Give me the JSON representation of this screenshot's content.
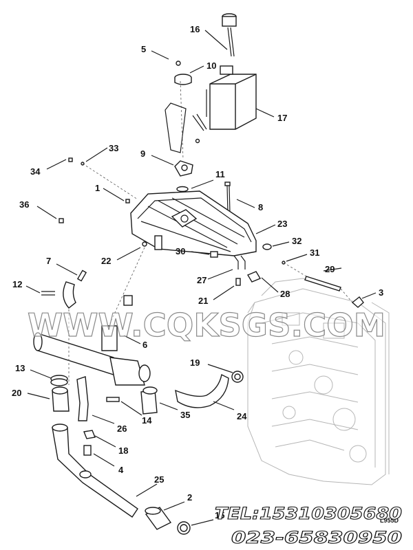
{
  "callouts": [
    {
      "id": "c1",
      "label": "1"
    },
    {
      "id": "c2",
      "label": "2"
    },
    {
      "id": "c3",
      "label": "3"
    },
    {
      "id": "c4",
      "label": "4"
    },
    {
      "id": "c5",
      "label": "5"
    },
    {
      "id": "c6",
      "label": "6"
    },
    {
      "id": "c7",
      "label": "7"
    },
    {
      "id": "c8",
      "label": "8"
    },
    {
      "id": "c9",
      "label": "9"
    },
    {
      "id": "c10",
      "label": "10"
    },
    {
      "id": "c11",
      "label": "11"
    },
    {
      "id": "c12",
      "label": "12"
    },
    {
      "id": "c13",
      "label": "13"
    },
    {
      "id": "c14",
      "label": "14"
    },
    {
      "id": "c15",
      "label": "15"
    },
    {
      "id": "c16",
      "label": "16"
    },
    {
      "id": "c17",
      "label": "17"
    },
    {
      "id": "c18",
      "label": "18"
    },
    {
      "id": "c19",
      "label": "19"
    },
    {
      "id": "c20",
      "label": "20"
    },
    {
      "id": "c21",
      "label": "21"
    },
    {
      "id": "c22",
      "label": "22"
    },
    {
      "id": "c23",
      "label": "23"
    },
    {
      "id": "c24",
      "label": "24"
    },
    {
      "id": "c25",
      "label": "25"
    },
    {
      "id": "c26",
      "label": "26"
    },
    {
      "id": "c27",
      "label": "27"
    },
    {
      "id": "c28",
      "label": "28"
    },
    {
      "id": "c29",
      "label": "29"
    },
    {
      "id": "c30",
      "label": "30"
    },
    {
      "id": "c31",
      "label": "31"
    },
    {
      "id": "c32",
      "label": "32"
    },
    {
      "id": "c33",
      "label": "33"
    },
    {
      "id": "c34",
      "label": "34"
    },
    {
      "id": "c35",
      "label": "35"
    },
    {
      "id": "c36",
      "label": "36"
    }
  ],
  "watermark": {
    "site": "WWW.CQKSGS.COM",
    "phone": "TEL:15310305680",
    "phone2": "023-65830950"
  },
  "drawing_code": "L955D"
}
